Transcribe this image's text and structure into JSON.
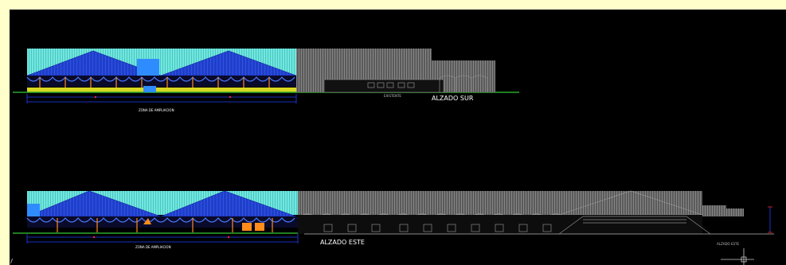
{
  "drawing": {
    "south_elevation": {
      "title": "ALZADO SUR",
      "existing_label": "EXISTENTE",
      "zone_label": "ZONA DE AMPLIACION"
    },
    "east_elevation": {
      "title": "ALZADO ESTE",
      "zone_label": "ZONA DE AMPLIACION",
      "small_label": "ALZADO ESTE"
    }
  },
  "colors": {
    "background": "#000000",
    "frame": "#ffffcc",
    "roof_blue": "#1f3fc8",
    "roof_cyan": "#6fe8e0",
    "existing_grey": "#8a8a8a",
    "column_orange": "#ff8c1a",
    "ground_green": "#2aa82a",
    "dimension_blue": "#2040ff",
    "marker_red": "#ff2020"
  }
}
